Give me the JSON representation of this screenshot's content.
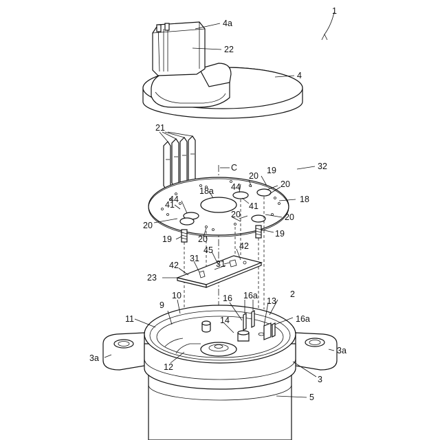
{
  "labels": {
    "assembly": "1",
    "cover": "4",
    "connector_tip": "4a",
    "connector": "22",
    "terminals": "21",
    "axis": "C",
    "board_assembly": "32",
    "board": "18",
    "board_hole": "18a",
    "land_20": "20",
    "screw_19": "19",
    "pad_44": "44",
    "pad_41": "41",
    "plate_part_45": "45",
    "plate_part_42": "42",
    "plate_part_31": "31",
    "plate": "23",
    "housing_2": "2",
    "part_10": "10",
    "part_9": "9",
    "part_11": "11",
    "part_16": "16",
    "pin_16a": "16a",
    "part_13": "13",
    "part_14": "14",
    "part_12": "12",
    "flange": "3",
    "flange_ear": "3a",
    "motor": "5"
  }
}
